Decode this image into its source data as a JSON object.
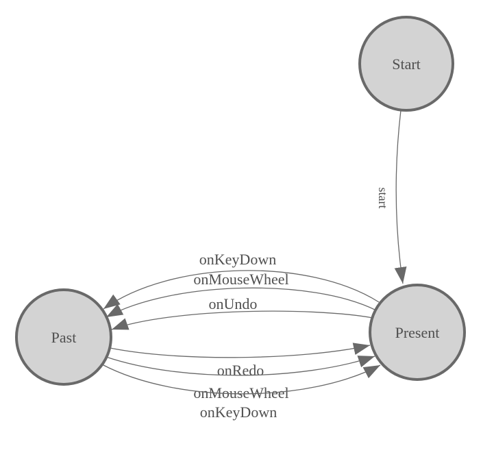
{
  "colors": {
    "background": "#ffffff",
    "node-fill": "#d3d3d3",
    "node-stroke": "#696969",
    "edge-stroke": "#696969",
    "arrow-fill": "#696969",
    "label-text": "#4f4f4f"
  },
  "nodes": {
    "start": {
      "label": "Start"
    },
    "present": {
      "label": "Present"
    },
    "past": {
      "label": "Past"
    }
  },
  "edges": {
    "start_to_present": {
      "label": "start"
    },
    "present_to_past": [
      {
        "label": "onKeyDown"
      },
      {
        "label": "onMouseWheel"
      },
      {
        "label": "onUndo"
      }
    ],
    "past_to_present": [
      {
        "label": "onRedo"
      },
      {
        "label": "onMouseWheel"
      },
      {
        "label": "onKeyDown"
      }
    ]
  }
}
